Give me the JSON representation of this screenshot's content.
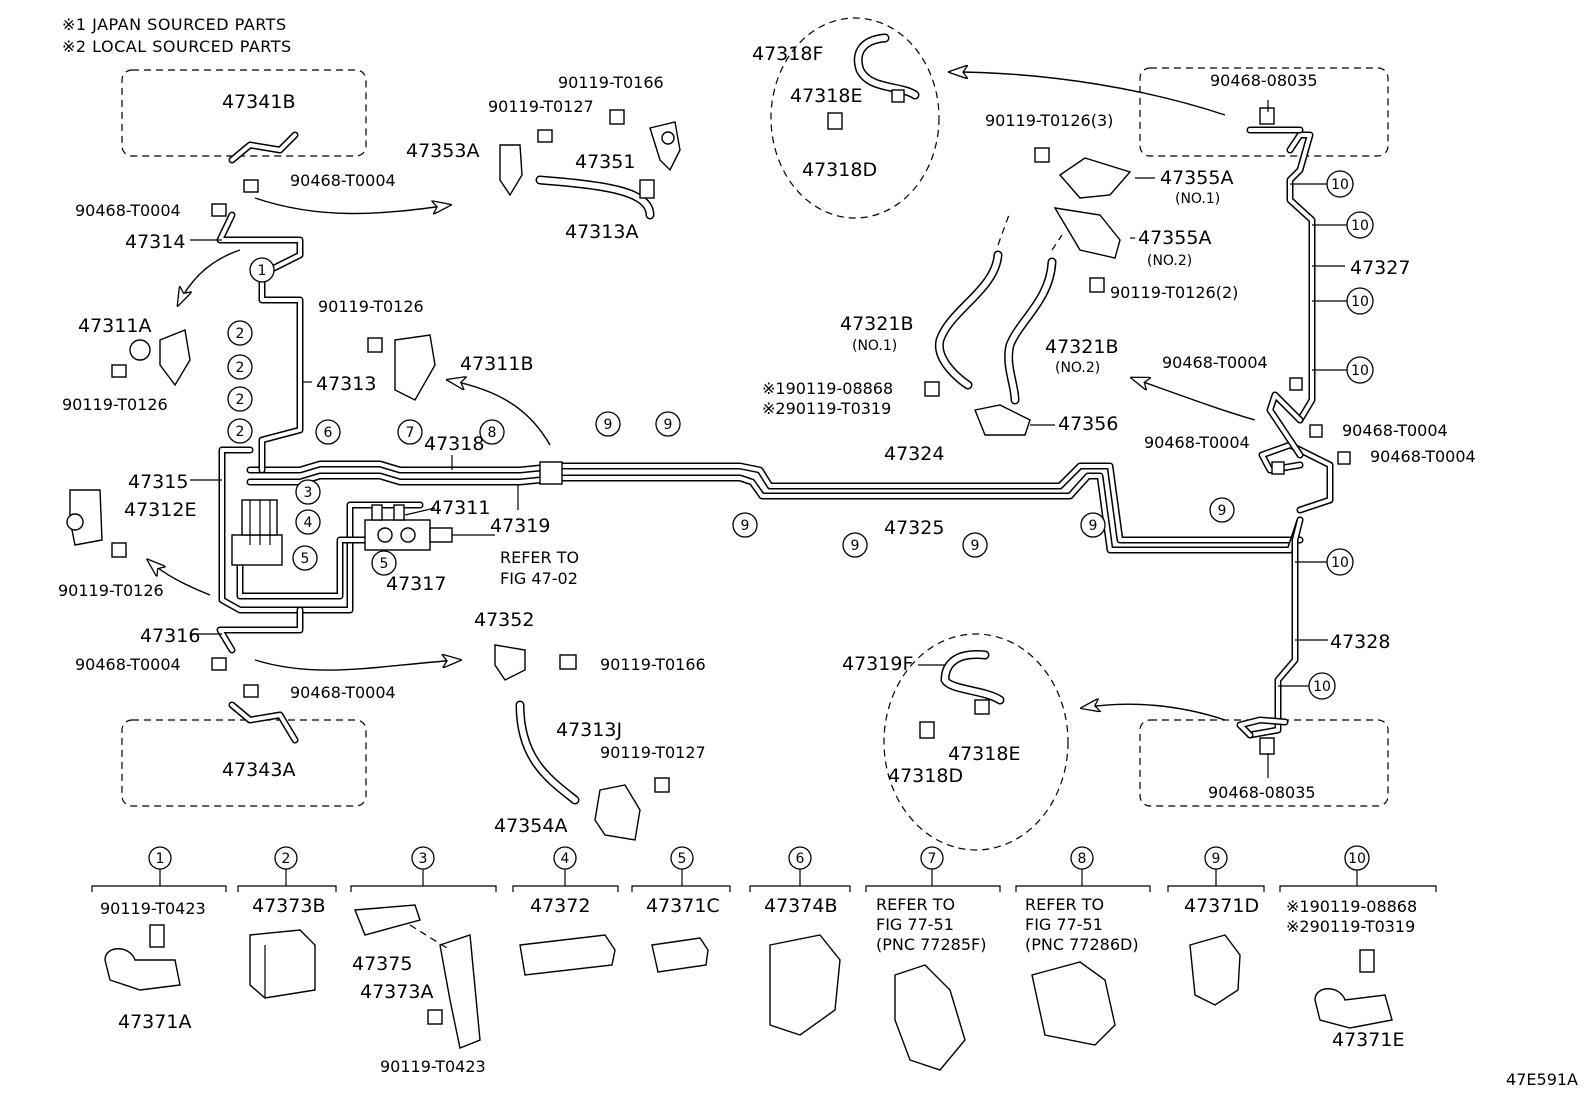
{
  "notes": [
    "※1 JAPAN SOURCED PARTS",
    "※2 LOCAL SOURCED PARTS"
  ],
  "figure_id": "47E591A",
  "labels": {
    "p47341B": "47341B",
    "p90468T0004a": "90468-T0004",
    "p90468T0004b": "90468-T0004",
    "p47314": "47314",
    "p47311A": "47311A",
    "p90119T0126a": "90119-T0126",
    "p47313": "47313",
    "p47315": "47315",
    "p47312E": "47312E",
    "p90119T0126b": "90119-T0126",
    "p47316": "47316",
    "p90468T0004c": "90468-T0004",
    "p90468T0004d": "90468-T0004",
    "p47343A": "47343A",
    "p90119T0166a": "90119-T0166",
    "p90119T0127a": "90119-T0127",
    "p47353A": "47353A",
    "p47351": "47351",
    "p47313A": "47313A",
    "p90119T0126c": "90119-T0126",
    "p47311B": "47311B",
    "p47318": "47318",
    "p47311": "47311",
    "p47319": "47319",
    "p47317": "47317",
    "refer1": "REFER TO",
    "refer2": "FIG 47-02",
    "p47352": "47352",
    "p90119T0166b": "90119-T0166",
    "p47313J": "47313J",
    "p90119T0127b": "90119-T0127",
    "p47354A": "47354A",
    "p47318F": "47318F",
    "p47318Ea": "47318E",
    "p47318Da": "47318D",
    "p90119T0126_3": "90119-T0126(3)",
    "p47355A1": "47355A",
    "no1a": "(NO.1)",
    "p47355A2": "47355A",
    "no2a": "(NO.2)",
    "p90119T0126_2": "90119-T0126(2)",
    "p47321B1": "47321B",
    "no1b": "(NO.1)",
    "p47321B2": "47321B",
    "no2b": "(NO.2)",
    "s190119_08868": "※190119-08868",
    "s290119_T0319": "※290119-T0319",
    "p47356": "47356",
    "p47324": "47324",
    "p47325": "47325",
    "p90468_08035a": "90468-08035",
    "p47327": "47327",
    "p90468T0004e": "90468-T0004",
    "p90468T0004f": "90468-T0004",
    "p90468T0004g": "90468-T0004",
    "p90468T0004h": "90468-T0004",
    "p47328": "47328",
    "p47319F": "47319F",
    "p47318Eb": "47318E",
    "p47318Db": "47318D",
    "p90468_08035b": "90468-08035"
  },
  "legend": [
    {
      "num": "1",
      "parts": [
        "90119-T0423",
        "47371A"
      ]
    },
    {
      "num": "2",
      "parts": [
        "47373B"
      ]
    },
    {
      "num": "3",
      "parts": [
        "47375",
        "47373A",
        "90119-T0423"
      ]
    },
    {
      "num": "4",
      "parts": [
        "47372"
      ]
    },
    {
      "num": "5",
      "parts": [
        "47371C"
      ]
    },
    {
      "num": "6",
      "parts": [
        "47374B"
      ]
    },
    {
      "num": "7",
      "parts": [
        "REFER TO",
        "FIG 77-51",
        "(PNC 77285F)"
      ]
    },
    {
      "num": "8",
      "parts": [
        "REFER TO",
        "FIG 77-51",
        "(PNC 77286D)"
      ]
    },
    {
      "num": "9",
      "parts": [
        "47371D"
      ]
    },
    {
      "num": "10",
      "parts": [
        "※190119-08868",
        "※290119-T0319",
        "47371E"
      ]
    }
  ],
  "callouts": [
    "1",
    "2",
    "2",
    "2",
    "2",
    "6",
    "7",
    "8",
    "9",
    "9",
    "3",
    "4",
    "5",
    "5",
    "9",
    "9",
    "9",
    "9",
    "9",
    "10",
    "10",
    "10",
    "10",
    "10",
    "10"
  ]
}
